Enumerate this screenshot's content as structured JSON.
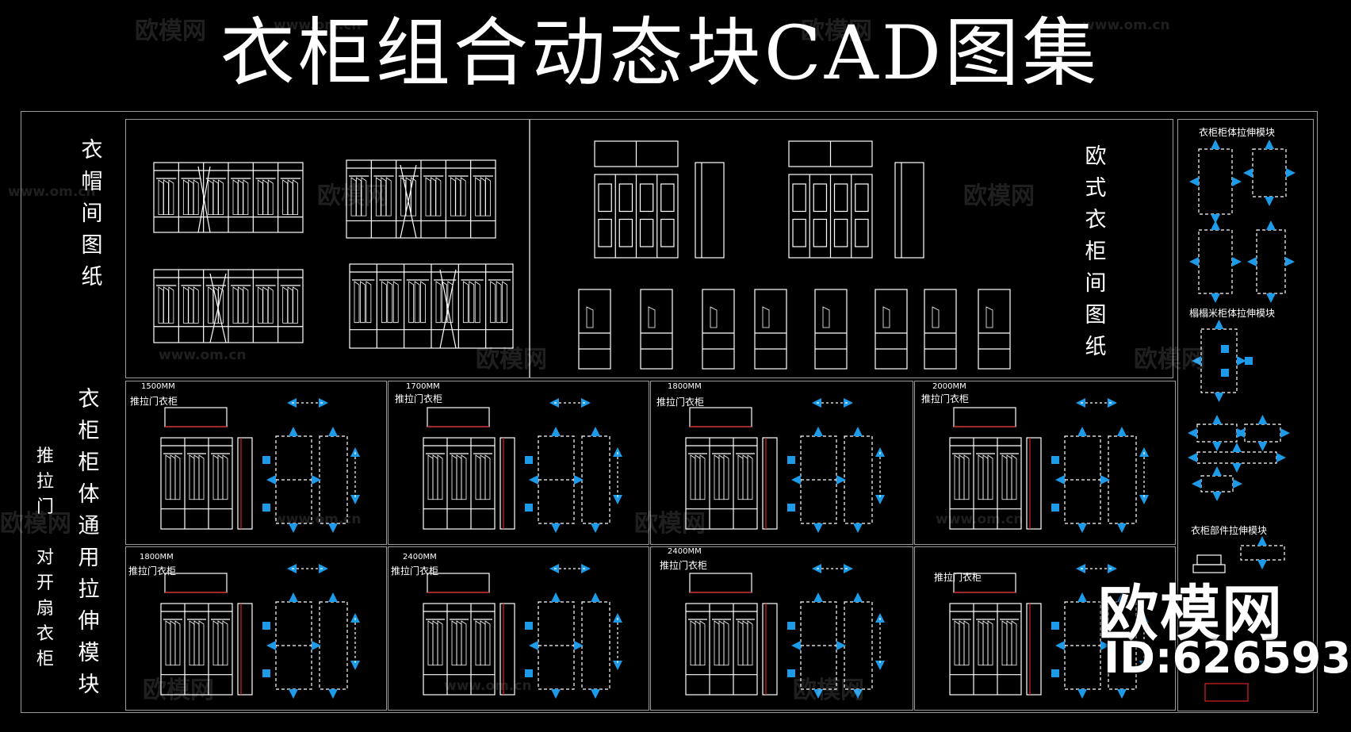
{
  "title": "衣柜组合动态块CAD图集",
  "side_labels": {
    "hat_room": [
      "衣",
      "帽",
      "间",
      "图",
      "纸"
    ],
    "universal_module": [
      "衣",
      "柜",
      "柜",
      "体",
      "通",
      "用",
      "拉",
      "伸",
      "模",
      "块"
    ],
    "sliding_door": [
      "推",
      "拉",
      "门"
    ],
    "double_door": [
      "对",
      "开",
      "扇",
      "衣",
      "柜"
    ],
    "european": [
      "欧",
      "式",
      "衣",
      "柜",
      "间",
      "图",
      "纸"
    ]
  },
  "right_column": {
    "stretch_module": "衣柜柜体拉伸模块",
    "tatami_module": "榻榻米柜体拉伸模块",
    "parts_module": "衣柜部件拉伸模块"
  },
  "panels": [
    {
      "size": "1500MM",
      "label": "推拉门衣柜"
    },
    {
      "size": "1700MM",
      "label": "推拉门衣柜"
    },
    {
      "size": "1800MM",
      "label": "推拉门衣柜"
    },
    {
      "size": "2000MM",
      "label": "推拉门衣柜"
    },
    {
      "size": "1800MM",
      "label": "推拉门衣柜"
    },
    {
      "size": "2400MM",
      "label": "推拉门衣柜"
    },
    {
      "size": "2400MM",
      "label": "推拉门衣柜"
    },
    {
      "size": "",
      "label": "推拉门衣柜"
    }
  ],
  "watermark": {
    "brand": "欧模网",
    "url": "www.om.cn",
    "id": "ID:626593"
  },
  "colors": {
    "background": "#000000",
    "lines": "#ffffff",
    "grip_arrows": "#1e9be8",
    "frame": "#9a9a9a",
    "accent_red": "#e02020"
  }
}
